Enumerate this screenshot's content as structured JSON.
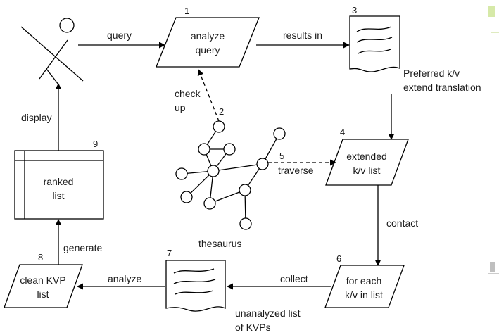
{
  "nodes": {
    "analyze_query": {
      "number": "1",
      "line1": "analyze",
      "line2": "query"
    },
    "thesaurus_node": {
      "number": "2"
    },
    "results_doc": {
      "number": "3"
    },
    "extended_list": {
      "number": "4",
      "line1": "extended",
      "line2": "k/v list"
    },
    "traverse_point": {
      "number": "5"
    },
    "for_each": {
      "number": "6",
      "line1": "for each",
      "line2": "k/v in list"
    },
    "unanalyzed_doc": {
      "number": "7"
    },
    "clean_kvp": {
      "number": "8",
      "line1": "clean KVP",
      "line2": "list"
    },
    "ranked_list": {
      "number": "9",
      "line1": "ranked",
      "line2": "list"
    }
  },
  "labels": {
    "query": "query",
    "results_in": "results in",
    "check_up_1": "check",
    "check_up_2": "up",
    "preferred_1": "Preferred k/v",
    "preferred_2": "extend translation",
    "display": "display",
    "traverse": "traverse",
    "contact": "contact",
    "thesaurus": "thesaurus",
    "generate": "generate",
    "analyze": "analyze",
    "collect": "collect",
    "unanalyzed_1": "unanalyzed list",
    "unanalyzed_2": "of KVPs"
  }
}
